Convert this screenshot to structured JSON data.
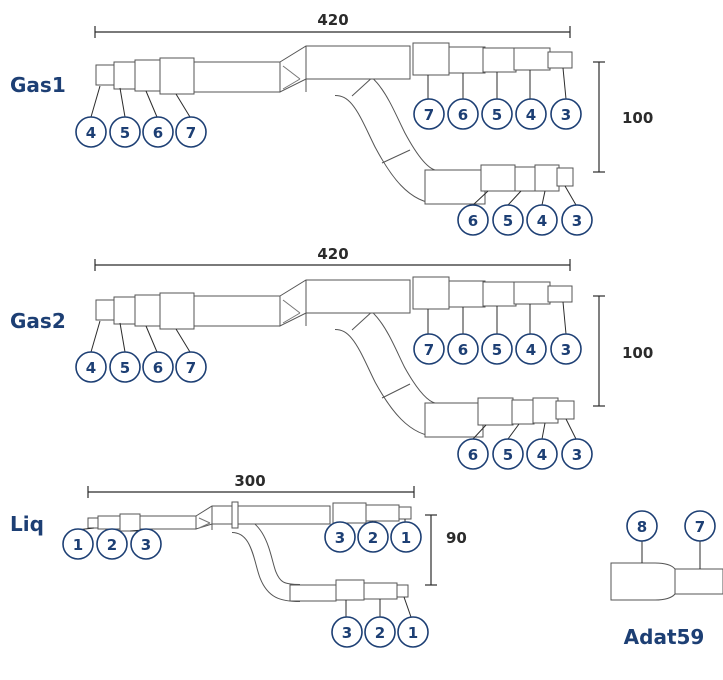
{
  "gas1": {
    "label": "Gas1",
    "top_dim": "420",
    "side_dim": "100",
    "left_callouts": [
      "4",
      "5",
      "6",
      "7"
    ],
    "upper_callouts": [
      "7",
      "6",
      "5",
      "4",
      "3"
    ],
    "lower_callouts": [
      "6",
      "5",
      "4",
      "3"
    ]
  },
  "gas2": {
    "label": "Gas2",
    "top_dim": "420",
    "side_dim": "100",
    "left_callouts": [
      "4",
      "5",
      "6",
      "7"
    ],
    "upper_callouts": [
      "7",
      "6",
      "5",
      "4",
      "3"
    ],
    "lower_callouts": [
      "6",
      "5",
      "4",
      "3"
    ]
  },
  "liq": {
    "label": "Liq",
    "top_dim": "300",
    "side_dim": "90",
    "left_callouts": [
      "1",
      "2",
      "3"
    ],
    "upper_callouts": [
      "3",
      "2",
      "1"
    ],
    "lower_callouts": [
      "3",
      "2",
      "1"
    ]
  },
  "adapter": {
    "label": "Adat59",
    "callouts": [
      "8",
      "7"
    ]
  },
  "colors": {
    "label": "#1d3f74",
    "pipe_stroke": "#555555",
    "pipe_fill": "#ffffff",
    "dimension": "#2b2b2b"
  }
}
